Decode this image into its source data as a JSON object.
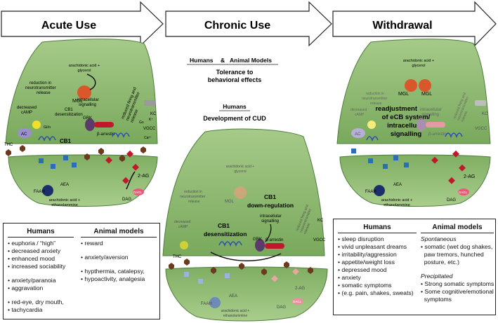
{
  "phases": {
    "acute": "Acute Use",
    "chronic": "Chronic Use",
    "withdrawal": "Withdrawal"
  },
  "chronic_box": {
    "header_humans": "Humans",
    "header_amp": "&",
    "header_animal": "Animal Models",
    "tolerance_1": "Tolerance to",
    "tolerance_2": "behavioral effects",
    "humans_2": "Humans",
    "cud": "Development of CUD"
  },
  "cell_labels": {
    "arachidonic_1": "arachidonic acid +",
    "arachidonic_2": "glycerol",
    "mgl": "MGL",
    "reduction_1": "reduction in",
    "reduction_2": "neurotransmitter",
    "reduction_3": "release",
    "decreased_1": "decreased",
    "decreased_2": "cAMP",
    "ac": "AC",
    "gio": "Gi/o",
    "cb1": "CB1",
    "cb1_desens_1": "CB1",
    "cb1_desens_2": "desensitization",
    "intracellular_1": "intracellular",
    "intracellular_2": "signalling",
    "grk": "GRK",
    "barrestin": "β-arrestin",
    "reduced_firing_1": "reduced firing and",
    "reduced_firing_2": "neurotransmitter",
    "reduced_firing_3": "release",
    "kc": "KC",
    "vgcc": "VGCC",
    "k_ion": "K⁺",
    "ca_ion": "Ca²⁺",
    "go": "Go",
    "thc": "THC",
    "faah": "FAAH",
    "aea": "AEA",
    "two_ag": "2-AG",
    "dag": "DAG",
    "dagl": "DAGL",
    "ethanol_1": "arachidonic acid +",
    "ethanol_2": "ethanolammine",
    "downreg_1": "CB1",
    "downreg_2": "down-regulation",
    "readjust_1": "readjustment",
    "readjust_2": "of eCB system/",
    "readjust_3": "intracellular",
    "readjust_4": "signalling"
  },
  "acute_box": {
    "humans_header": "Humans",
    "animal_header": "Animal models",
    "humans": [
      "euphoria / “high”",
      "decreased anxiety",
      "enhanced mood",
      "increased sociability",
      "",
      "anxiety/paranoia",
      "aggravation",
      "",
      "red-eye, dry mouth,",
      "tachycardia"
    ],
    "animal": [
      "reward",
      "",
      "anxiety/aversion",
      "",
      "hypthermia, catalepsy,",
      "hypoactivity, analgesia"
    ]
  },
  "withdrawal_box": {
    "humans_header": "Humans",
    "animal_header": "Animal models",
    "humans": [
      "sleep disruption",
      "vivid unpleasant dreams",
      "irritability/aggression",
      "appetite/weight loss",
      "depressed mood",
      "anxiety",
      "somatic symptoms",
      "(e.g. pain, shakes, sweats)"
    ],
    "spontaneous": "Spontaneous",
    "spontaneous_items": [
      "somatic (wet dog shakes,",
      "paw tremors, hunched",
      "posture, etc.)"
    ],
    "precipitated": "Precipitated",
    "precipitated_items": [
      "Strong somatic symptoms",
      "Some cognitive/emotional",
      "symptoms"
    ]
  },
  "colors": {
    "cell_green": "#8dba6e",
    "cell_light": "#c9e3b2",
    "cleft_brown": "#6b3a1f",
    "red_marker": "#c0182a",
    "blue_marker": "#2a6fb0",
    "mgl_orange": "#d9572b",
    "faah_navy": "#1c2f6b",
    "dagl_pink": "#e35d7a"
  }
}
